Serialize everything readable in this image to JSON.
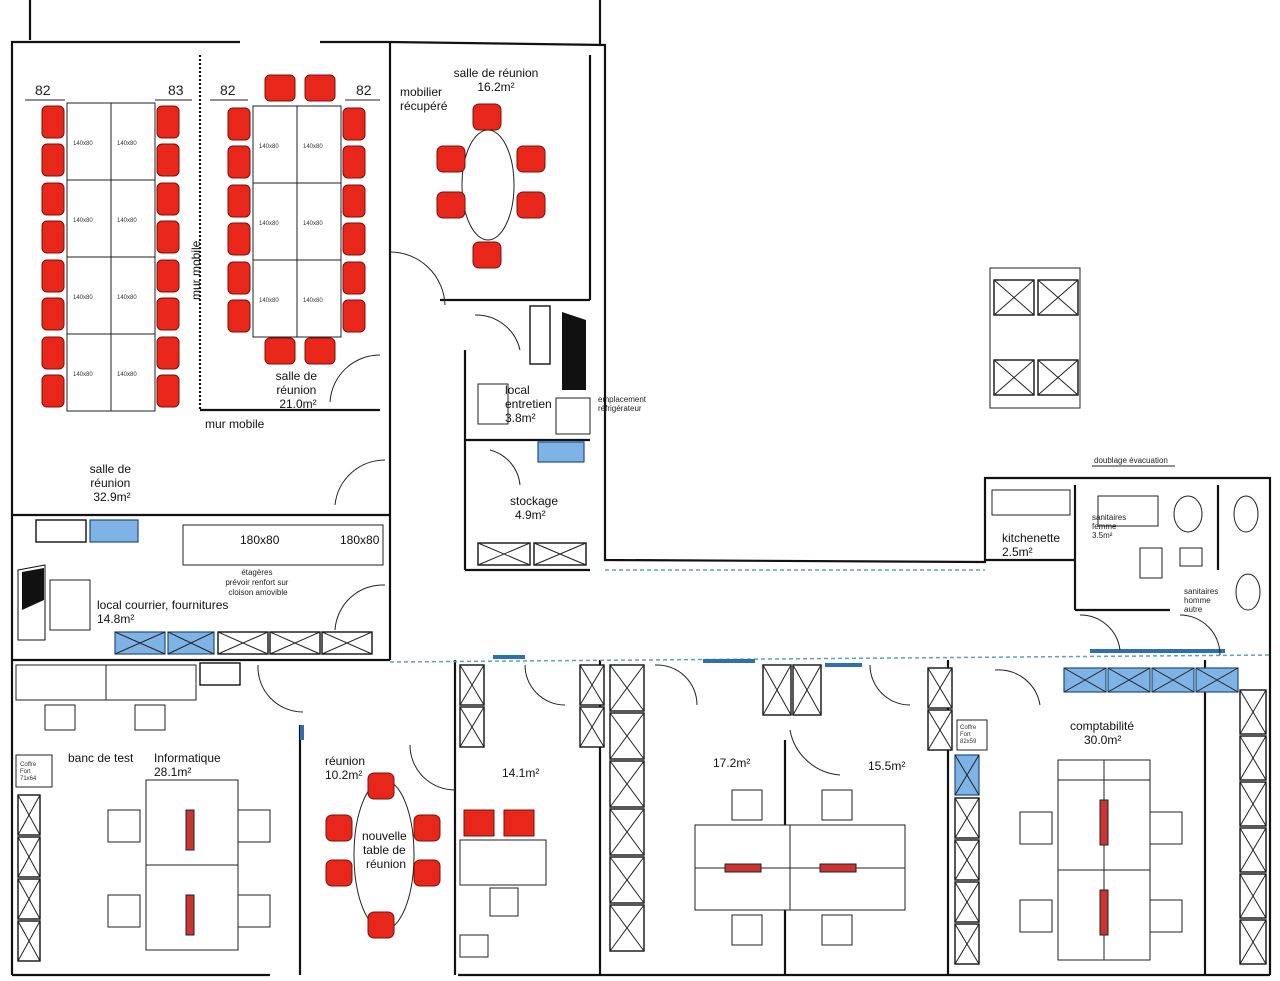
{
  "rooms": {
    "salle_reunion_large": {
      "name": "salle de\nréunion",
      "area": "32.9m²"
    },
    "salle_reunion_mid": {
      "name": "salle de\nréunion",
      "area": "21.0m²"
    },
    "salle_reunion_small": {
      "name": "salle de réunion",
      "area": "16.2m²"
    },
    "mobilier": "mobilier\nrécupéré",
    "local_entretien": {
      "name": "local\nentretien",
      "area": "3.8m²"
    },
    "stockage": {
      "name": "stockage",
      "area": "4.9m²"
    },
    "local_courrier": {
      "name": "local courrier, fournitures",
      "area": "14.8m²"
    },
    "kitchenette": {
      "name": "kitchenette",
      "area": "2.5m²"
    },
    "sanitaires_femme": {
      "name": "sanitaires\nfemme",
      "area": "3.5m²"
    },
    "sanitaires_homme": "sanitaires\nhomme\nautre",
    "informatique": {
      "name": "Informatique",
      "area": "28.1m²"
    },
    "banc_test": "banc de test",
    "reunion_new": {
      "name": "réunion",
      "area": "10.2m²"
    },
    "nouvelle_table": "nouvelle\ntable de\nréunion",
    "office_141": "14.1m²",
    "office_172": "17.2m²",
    "office_155": "15.5m²",
    "comptabilite": {
      "name": "comptabilité",
      "area": "30.0m²"
    }
  },
  "labels": {
    "mur_mobile_v": "mur mobile",
    "mur_mobile_h": "mur mobile",
    "etageres": "étagères\nprévoir renfort sur\ncloison amovible",
    "emplacement": "emplacement\nréfrigérateur",
    "doublage": "doublage évacuation",
    "coffre_fort_1": "Coffre\nFort\n71x64",
    "coffre_fort_2": "Coffre\nFort\n82x59"
  },
  "dimensions": {
    "d1": "82",
    "d2": "83",
    "d3": "82",
    "d4": "82"
  },
  "tables": {
    "t140": "140x80",
    "t180": "180x80"
  }
}
